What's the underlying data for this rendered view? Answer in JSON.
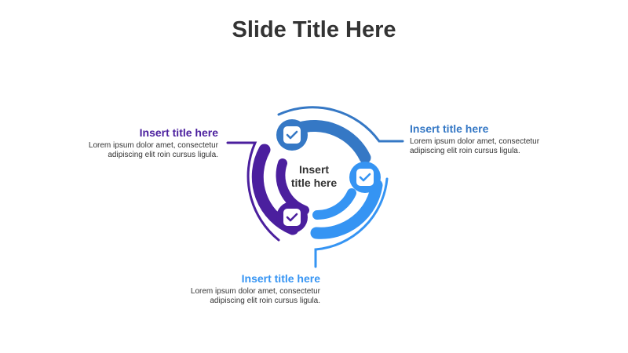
{
  "slide": {
    "title": "Slide Title Here"
  },
  "center": {
    "line1": "Insert",
    "line2": "title here"
  },
  "items": [
    {
      "title": "Insert title here",
      "body_line1": "Lorem ipsum dolor amet, consectetur",
      "body_line2": "adipiscing elit roin cursus ligula.",
      "color": "#4B1F9E"
    },
    {
      "title": "Insert title here",
      "body_line1": "Lorem ipsum dolor amet, consectetur",
      "body_line2": "adipiscing elit roin cursus ligula.",
      "color": "#3578C5"
    },
    {
      "title": "Insert title here",
      "body_line1": "Lorem ipsum dolor amet, consectetur",
      "body_line2": "adipiscing elit roin cursus ligula.",
      "color": "#3594F3"
    }
  ],
  "icons": [
    "check-icon",
    "check-icon",
    "check-icon"
  ]
}
